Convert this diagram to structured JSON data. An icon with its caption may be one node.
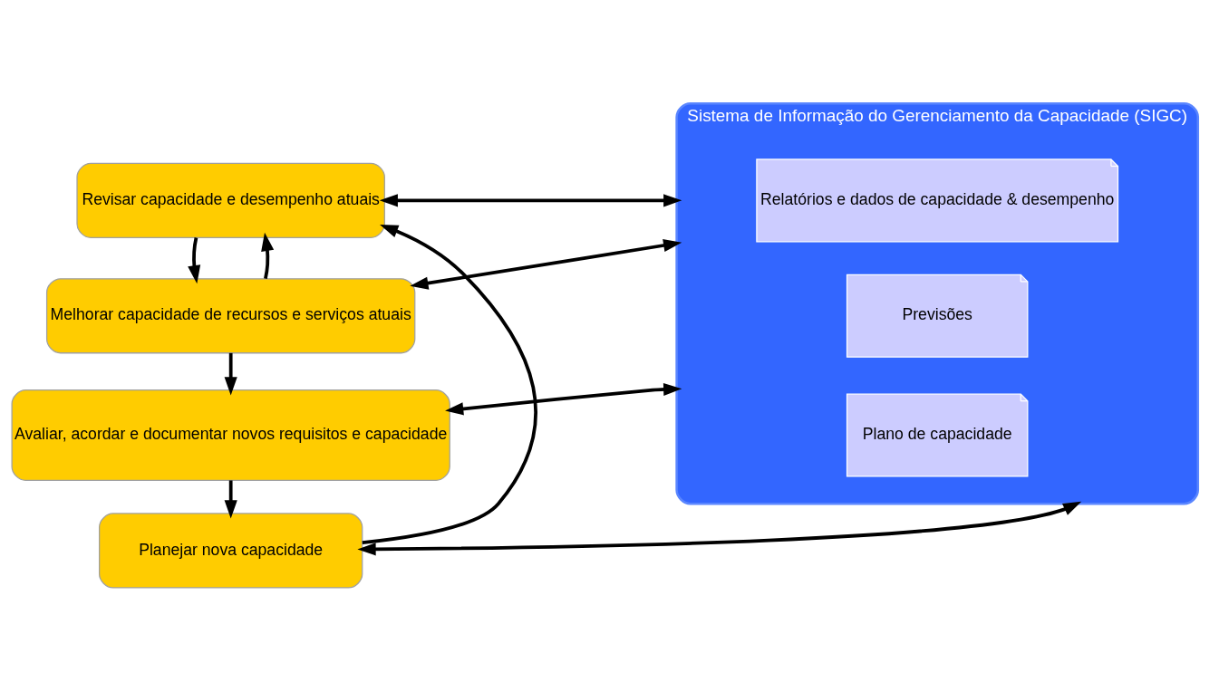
{
  "diagram": {
    "nodes": [
      {
        "text": [
          "Revisar capacidade e desempenho atuais"
        ]
      },
      {
        "text": [
          "Melhorar capacidade de recursos e serviços atuais"
        ]
      },
      {
        "text": [
          "Avaliar, acordar e documentar novos requisitos e capacidade"
        ]
      },
      {
        "text": [
          "Planejar nova capacidade"
        ]
      },
      {
        "text": [
          "Sistema de Informação do Gerenciamento da Capacidade (SIGC)"
        ]
      },
      {
        "text": [
          "Relatórios e dados de capacidade & desempenho"
        ],
        "in": 4
      },
      {
        "text": [
          "Previsões"
        ],
        "in": 4
      },
      {
        "text": [
          "Plano de capacidade"
        ],
        "in": 4
      }
    ],
    "edges": [
      {
        "from": 0,
        "to": 1,
        "arrow": "to"
      },
      {
        "from": 1,
        "to": 0,
        "arrow": "to"
      },
      {
        "from": 1,
        "to": 2,
        "arrow": "to"
      },
      {
        "from": 2,
        "to": 3,
        "arrow": "to"
      },
      {
        "from": 3,
        "to": 0,
        "arrow": "to"
      },
      {
        "from": 0,
        "to": 4,
        "arrow": "both"
      },
      {
        "from": 1,
        "to": 4,
        "arrow": "both"
      },
      {
        "from": 2,
        "to": 4,
        "arrow": "both"
      },
      {
        "from": 3,
        "to": 4,
        "arrow": "both"
      }
    ]
  }
}
